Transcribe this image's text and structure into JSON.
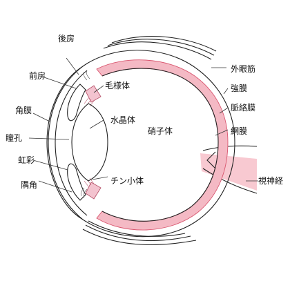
{
  "labels": {
    "anterior_chamber": "前房",
    "posterior_chamber": "後房",
    "cornea": "角膜",
    "pupil": "瞳孔",
    "iris": "虹彩",
    "angle": "隅角",
    "ciliary_body": "毛様体",
    "lens": "水晶体",
    "zonule": "チン小体",
    "vitreous": "硝子体",
    "extraocular_muscle": "外眼筋",
    "sclera": "強膜",
    "choroid": "脈絡膜",
    "retina": "網膜",
    "optic_nerve": "視神経"
  },
  "colors": {
    "choroid_fill": "#f4b9c4",
    "choroid_edge": "#d9566f",
    "ciliary_fill": "#f3c3cf",
    "ciliary_edge": "#b8556c",
    "optic_nerve_fill": "#f8c9d1",
    "outline": "#222222",
    "background": "#ffffff"
  }
}
